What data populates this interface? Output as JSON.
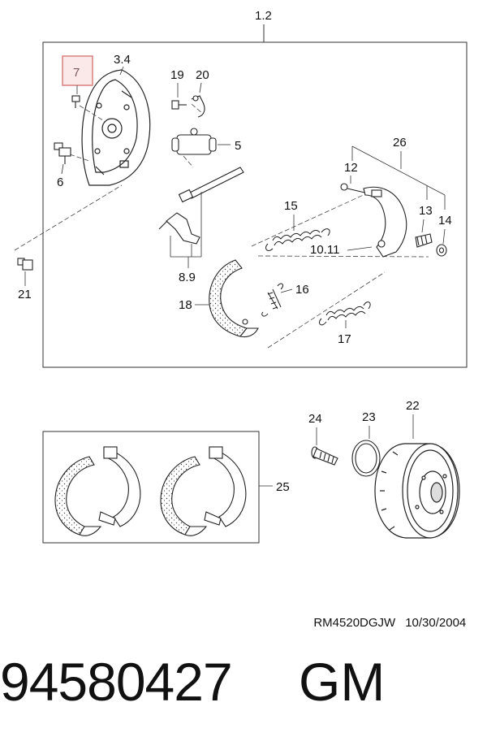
{
  "labels": {
    "assembly": "1.2",
    "backing_plate": "3.4",
    "highlighted_part": "7",
    "bolt_19": "19",
    "clip_20": "20",
    "wheel_cylinder": "5",
    "bolt_6": "6",
    "adjuster_kit": "26",
    "pin_12": "12",
    "spring_13": "13",
    "cup_14": "14",
    "spring_15": "15",
    "shoe_10_11": "10.11",
    "lever_8_9": "8.9",
    "spring_16": "16",
    "bolt_21": "21",
    "shoe_18": "18",
    "spring_17": "17",
    "stud_24": "24",
    "ring_23": "23",
    "drum_22": "22",
    "shoe_kit_25": "25"
  },
  "highlight_color": "#d98080",
  "footer": {
    "ref_code": "RM4520DGJW",
    "date": "10/30/2004",
    "part_number": "94580427",
    "brand": "GM"
  }
}
